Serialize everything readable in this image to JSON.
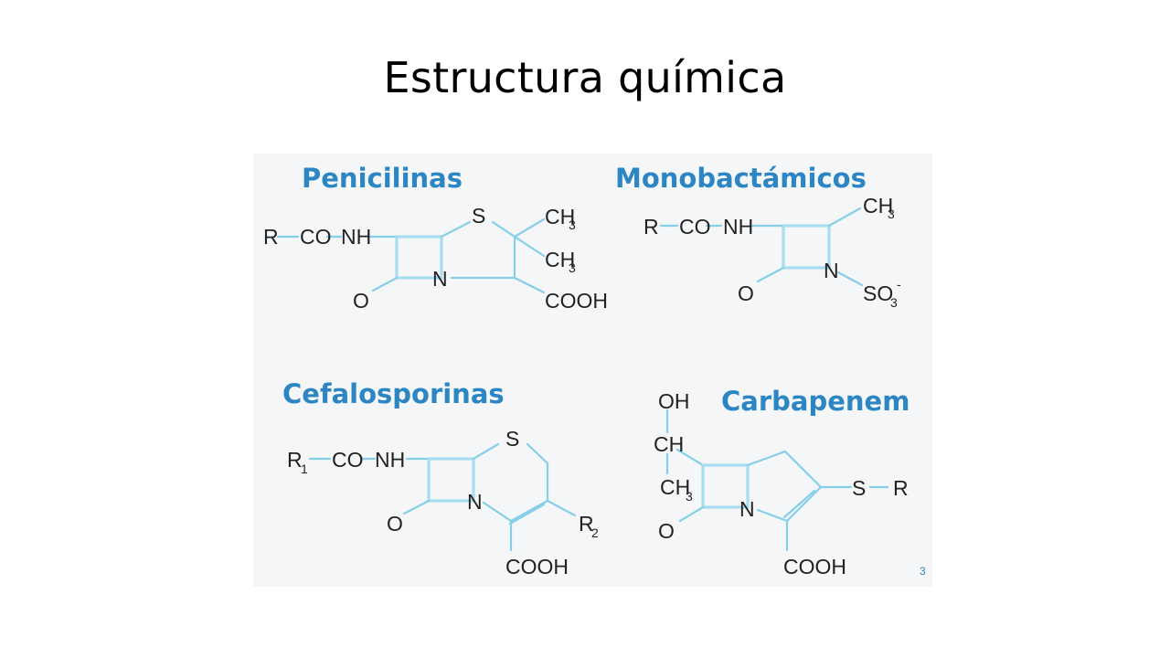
{
  "slide": {
    "title": "Estructura química",
    "page_number": "3"
  },
  "colors": {
    "class_title": "#2c86c4",
    "bond": "#86cfe9",
    "atom": "#222222"
  },
  "penicilinas": {
    "title": "Penicilinas",
    "r": "R",
    "co": "CO",
    "nh": "NH",
    "s": "S",
    "ch3a": "CH",
    "ch3a_sub": "3",
    "ch3b": "CH",
    "ch3b_sub": "3",
    "n": "N",
    "o": "O",
    "cooh": "COOH"
  },
  "monobactamicos": {
    "title": "Monobactámicos",
    "r": "R",
    "co": "CO",
    "nh": "NH",
    "ch3": "CH",
    "ch3_sub": "3",
    "n": "N",
    "o": "O",
    "so3": "SO",
    "so3_sub": "3",
    "so3_charge": "-"
  },
  "cefalosporinas": {
    "title": "Cefalosporinas",
    "r1": "R",
    "r1_sub": "1",
    "co": "CO",
    "nh": "NH",
    "s": "S",
    "n": "N",
    "o": "O",
    "r2": "R",
    "r2_sub": "2",
    "cooh": "COOH"
  },
  "carbapenem": {
    "title": "Carbapenem",
    "oh": "OH",
    "ch": "CH",
    "ch3": "CH",
    "ch3_sub": "3",
    "n": "N",
    "o": "O",
    "s": "S",
    "r": "R",
    "cooh": "COOH"
  }
}
